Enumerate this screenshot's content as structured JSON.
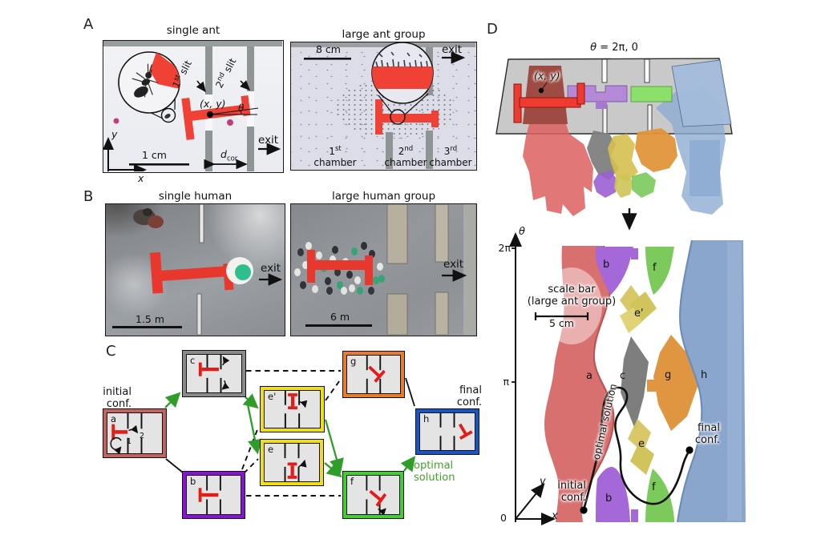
{
  "colors": {
    "load_red": "#e8362b",
    "green_arrow": "#2e9e28",
    "optimal_green": "#3fa32a",
    "box_a": "#c4635d",
    "box_b": "#8b10d8",
    "box_c": "#8a8a8a",
    "box_e": "#f2df10",
    "box_f": "#3fd02c",
    "box_g": "#e87c28",
    "box_h": "#1356cc",
    "cs_a": "#d97070",
    "cs_b": "#a468d8",
    "cs_c": "#7e7e7e",
    "cs_e": "#d6c45c",
    "cs_f": "#7cc95c",
    "cs_g": "#e09540",
    "cs_h": "#8aa6cc"
  },
  "panelA": {
    "label": "A",
    "left": {
      "title": "single ant",
      "slit1_num": "1",
      "slit1_ord": "st",
      "slit1_word": "slit",
      "slit2_num": "2",
      "slit2_ord": "nd",
      "slit2_word": "slit",
      "xy": "(x, y)",
      "theta": "θ",
      "scale": "1 cm",
      "d": "d",
      "d_sub": "cor",
      "exit": "exit",
      "x": "x",
      "y": "y"
    },
    "right": {
      "title": "large ant group",
      "scale": "8 cm",
      "exit": "exit",
      "ch1_num": "1",
      "ch1_ord": "st",
      "ch2_num": "2",
      "ch2_ord": "nd",
      "ch3_num": "3",
      "ch3_ord": "rd",
      "chamber": "chamber"
    }
  },
  "panelB": {
    "label": "B",
    "left": {
      "title": "single human",
      "scale": "1.5 m",
      "exit": "exit"
    },
    "right": {
      "title": "large human group",
      "scale": "6 m",
      "exit": "exit"
    }
  },
  "panelC": {
    "label": "C",
    "initial": "initial\nconf.",
    "final": "final\nconf.",
    "optimal": "optimal\nsolution",
    "n_a": "a",
    "n_b": "b",
    "n_c": "c",
    "n_e": "e",
    "n_ep": "e'",
    "n_f": "f",
    "n_g": "g",
    "n_h": "h",
    "step1": "1",
    "step2": "2"
  },
  "panelD": {
    "label": "D",
    "theta_sym": "θ",
    "plane_eq": " = 2π, 0",
    "xy": "(x, y)",
    "tick_2pi": "2π",
    "tick_pi": "π",
    "tick_0": "0",
    "ax_x": "x",
    "ax_y": "y",
    "ax_theta": "θ",
    "scalebar": "scale bar\n(large ant group)",
    "scaleval": "5 cm",
    "optimal": "optimal solution",
    "initial": "initial\nconf.",
    "final": "final\nconf.",
    "r_a": "a",
    "r_b": "b",
    "r_c": "c",
    "r_e": "e",
    "r_ep": "e'",
    "r_f": "f",
    "r_g": "g",
    "r_h": "h"
  }
}
